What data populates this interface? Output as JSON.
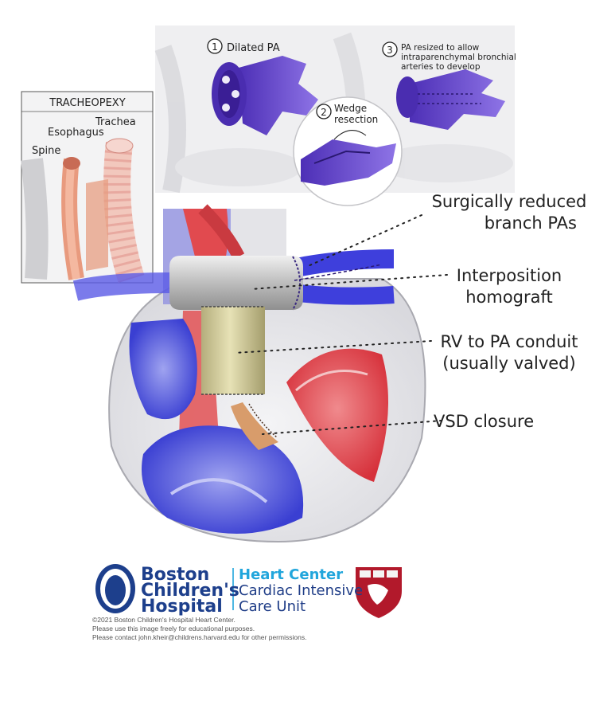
{
  "tracheopexy": {
    "title": "TRACHEOPEXY",
    "spine": "Spine",
    "esophagus": "Esophagus",
    "trachea": "Trachea"
  },
  "steps": [
    {
      "number": "1",
      "label": "Dilated PA"
    },
    {
      "number": "2",
      "label_line1": "Wedge",
      "label_line2": "resection"
    },
    {
      "number": "3",
      "label_line1": "PA resized to allow",
      "label_line2": "intraparenchymal bronchial",
      "label_line3": "arteries to develop"
    }
  ],
  "callouts": {
    "branch_pas": {
      "line1": "Surgically reduced",
      "line2": "branch PAs"
    },
    "homograft": {
      "line1": "Interposition",
      "line2": "homograft"
    },
    "conduit": {
      "line1": "RV to PA conduit",
      "line2": "(usually valved)"
    },
    "vsd": {
      "line1": "VSD closure"
    }
  },
  "branding": {
    "hospital_line1": "Boston",
    "hospital_line2": "Children's",
    "hospital_line3": "Hospital",
    "dept_line1": "Heart Center",
    "dept_line2": "Cardiac Intensive",
    "dept_line3": "Care Unit",
    "accent_color": "#22a6dc",
    "brand_color": "#1d3f8c"
  },
  "copyright": {
    "line1": "©2021 Boston Children's Hospital Heart Center.",
    "line2": "Please use this image freely for educational purposes.",
    "line3": "Please contact john.kheir@childrens.harvard.edu for other permissions."
  }
}
